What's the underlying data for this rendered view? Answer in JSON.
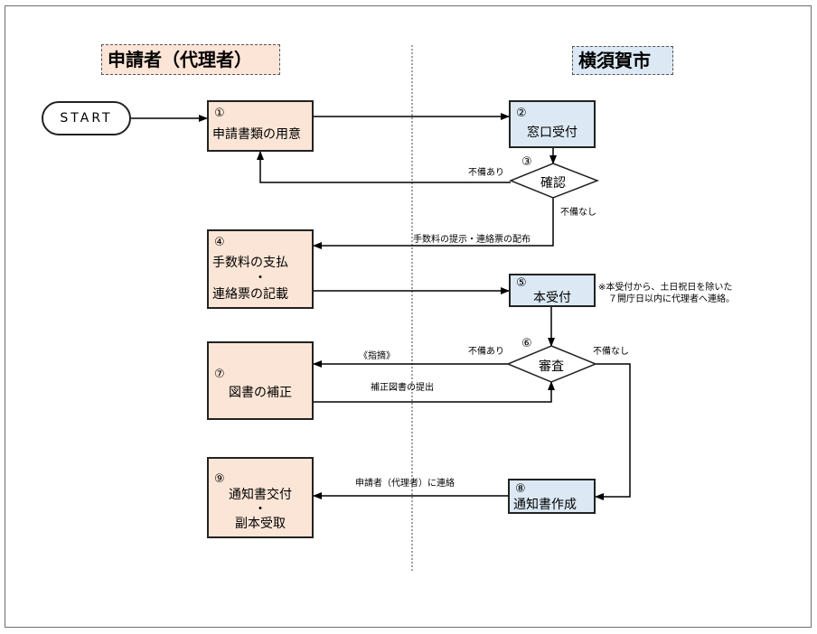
{
  "lanes": {
    "left": "申請者（代理者）",
    "right": "横須賀市"
  },
  "start": "START",
  "nodes": {
    "n1": {
      "num": "①",
      "line1": "申請書類の用意"
    },
    "n2": {
      "num": "②",
      "line1": "窓口受付"
    },
    "n3": {
      "num": "③",
      "line1": "確認"
    },
    "n4": {
      "num": "④",
      "line1": "手数料の支払",
      "dot": "・",
      "line2": "連絡票の記載"
    },
    "n5": {
      "num": "⑤",
      "line1": "本受付"
    },
    "n6": {
      "num": "⑥",
      "line1": "審査"
    },
    "n7": {
      "num": "⑦",
      "line1": "図書の補正"
    },
    "n8": {
      "num": "⑧",
      "line1": "通知書作成"
    },
    "n9": {
      "num": "⑨",
      "line1": "通知書交付",
      "dot": "・",
      "line2": "副本受取"
    }
  },
  "labels": {
    "fubi_ari_1": "不備あり",
    "fubi_nashi_1": "不備なし",
    "fee_notice": "手数料の提示・連絡票の配布",
    "note_line1": "※本受付から、土日祝日を除いた",
    "note_line2": "７開庁日以内に代理者へ連絡。",
    "fubi_ari_2": "不備あり",
    "fubi_nashi_2": "不備なし",
    "shiteki": "《指摘》",
    "hosei_submit": "補正図書の提出",
    "contact": "申請者（代理者）に連絡"
  }
}
